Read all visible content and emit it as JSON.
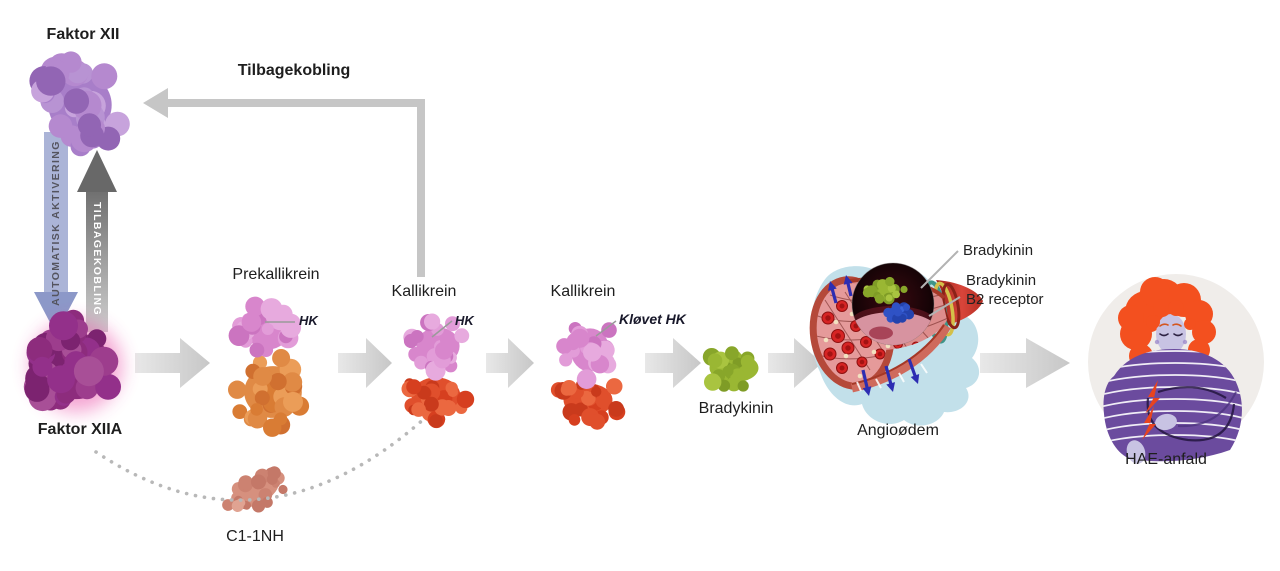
{
  "pathway": {
    "factor_xii": {
      "label": "Faktor XII"
    },
    "factor_xiia": {
      "label": "Faktor XIIA"
    },
    "activation_arrow": {
      "label": "AUTOMATISK AKTIVERING"
    },
    "feedback_arrow_up": {
      "label": "TILBAGEKOBLING"
    },
    "feedback_arrow_top": {
      "label": "Tilbagekobling"
    },
    "prekallikrein": {
      "label": "Prekallikrein",
      "tag": "HK"
    },
    "kallikrein_bound": {
      "label": "Kallikrein",
      "tag": "HK"
    },
    "kallikrein_cleaved": {
      "label": "Kallikrein",
      "tag": "Kløvet HK"
    },
    "bradykinin": {
      "label": "Bradykinin"
    },
    "c1_inhibitor": {
      "label": "C1-1NH"
    },
    "angioedema": {
      "label": "Angioødem",
      "callout_bradykinin": "Bradykinin",
      "callout_receptor_line1": "Bradykinin",
      "callout_receptor_line2": "B2 receptor"
    },
    "hae_attack": {
      "label": "HAE-anfald"
    }
  },
  "colors": {
    "background": "#ffffff",
    "text": "#1e1e1e",
    "flow_arrow": "#c9c9c9",
    "feedback_arrow": "#c6c6c6",
    "activation_arrow_blue": "#abb4d7",
    "feedback_arrow_gray": "#686868",
    "factor_xii_protein": "#a87ec9",
    "factor_xiia_protein": "#8d2c7d",
    "factor_xiia_glow": "#e83a9e",
    "hk_protein": "#d886cc",
    "prekallikrein_protein": "#e08a45",
    "kallikrein_protein": "#e04f2c",
    "bradykinin_molecule": "#9ab733",
    "c1_inhibitor_protein": "#d6907e",
    "b2_receptor": "#2f52c5",
    "vessel_red": "#c23428",
    "silhouette_blue": "#c2e0ea",
    "hae_hair": "#f3501f",
    "hae_sweater": "#6b4b9e",
    "hae_skin": "#c8c3e3",
    "pain_bolt": "#e8441f"
  }
}
